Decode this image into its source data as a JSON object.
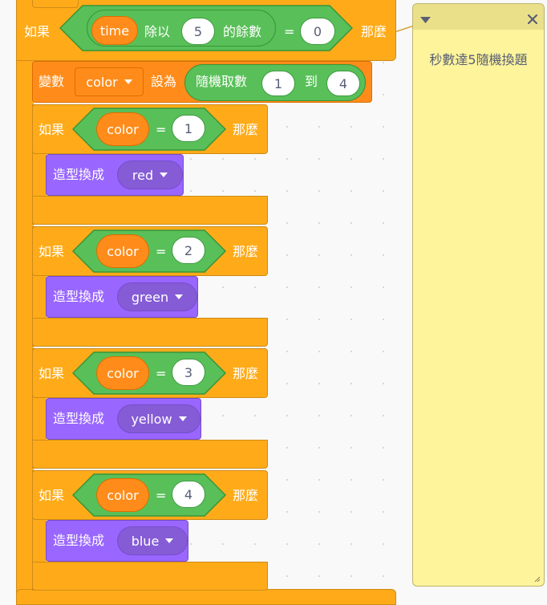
{
  "outer_if": {
    "if_label": "如果",
    "then_label": "那麼",
    "time_var": "time",
    "mod_label": "除以",
    "mod_divisor": "5",
    "mod_suffix": "的餘數",
    "eq_sign": "=",
    "eq_value": "0"
  },
  "set_block": {
    "label": "變數",
    "var_name": "color",
    "set_to": "設為",
    "random_label": "隨機取數",
    "from": "1",
    "to_label": "到",
    "to": "4"
  },
  "inner_ifs": [
    {
      "if_label": "如果",
      "var": "color",
      "eq": "=",
      "value": "1",
      "then_label": "那麼",
      "costume_label": "造型換成",
      "costume": "red"
    },
    {
      "if_label": "如果",
      "var": "color",
      "eq": "=",
      "value": "2",
      "then_label": "那麼",
      "costume_label": "造型換成",
      "costume": "green"
    },
    {
      "if_label": "如果",
      "var": "color",
      "eq": "=",
      "value": "3",
      "then_label": "那麼",
      "costume_label": "造型換成",
      "costume": "yellow"
    },
    {
      "if_label": "如果",
      "var": "color",
      "eq": "=",
      "value": "4",
      "then_label": "那麼",
      "costume_label": "造型換成",
      "costume": "blue"
    }
  ],
  "comment": {
    "text": "秒數達5隨機換題"
  },
  "colors": {
    "control": "#ffab19",
    "variables": "#ff8c1a",
    "operators": "#59c059",
    "looks": "#9966ff",
    "comment": "#fef49c"
  }
}
